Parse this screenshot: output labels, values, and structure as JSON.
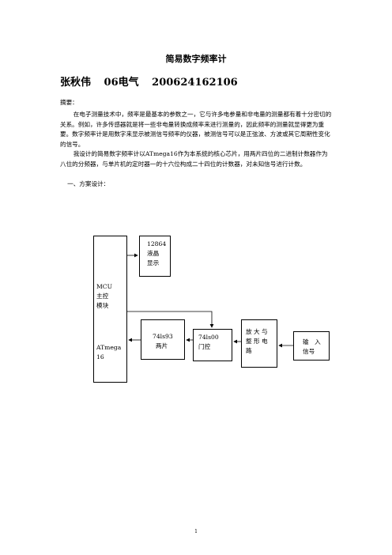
{
  "title": "简易数字频率计",
  "author": {
    "name": "张秋伟",
    "class": "06电气",
    "id": "200624162106"
  },
  "abstract_label": "摘要：",
  "para1": "在电子测量技术中，频率是最基本的参数之一，它与许多电参量和非电量的测量都有着十分密切的关系。例如，许多传感器就是将一些非电量转换成频率来进行测量的，因此频率的测量就显得更为重要。数字频率计是用数字来显示被测信号频率的仪器，被测信号可以是正弦波、方波或其它周期性变化的信号。",
  "para2": "我设计的简易数字频率计以ATmega16作为本系统的核心芯片，用两片四位的二进制计数器作为八位的分频器，与单片机的定时器一的十六位构成二十四位的计数器，对未知信号进行计数。",
  "section1": "一、方案设计：",
  "diagram": {
    "mcu": {
      "l1": "MCU",
      "l2": "主控",
      "l3": "模块",
      "l4": "ATmega",
      "l5": "16"
    },
    "lcd": {
      "l1": "12864",
      "l2": "液晶",
      "l3": "显示"
    },
    "counter": {
      "l1": "74ls93",
      "l2": "两片"
    },
    "gate": {
      "l1": "74ls00",
      "l2": "门控"
    },
    "amp": {
      "l1": "放 大 与",
      "l2": "整 形 电",
      "l3": "路"
    },
    "input": {
      "l1": "输　入",
      "l2": "信号"
    }
  },
  "page_number": "1"
}
